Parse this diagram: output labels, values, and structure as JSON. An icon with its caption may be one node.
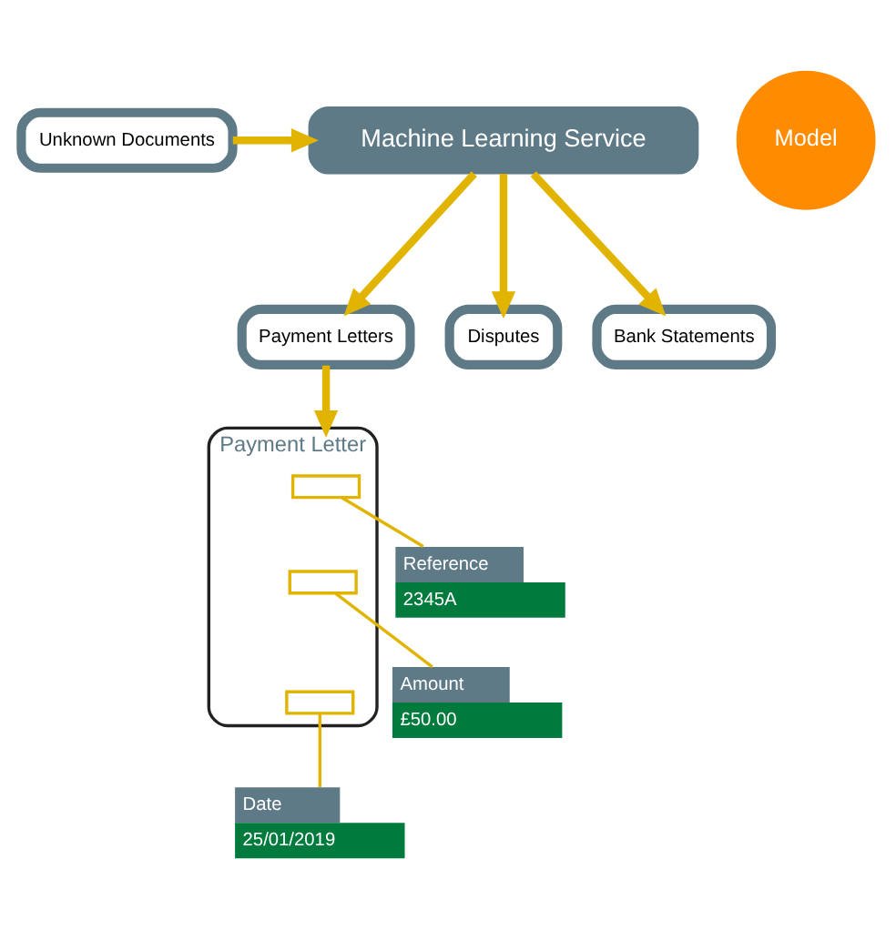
{
  "diagram": {
    "nodes": [
      {
        "text": [
          "Unknown Documents"
        ]
      },
      {
        "text": [
          "Machine Learning Service"
        ]
      },
      {
        "text": [
          "Model"
        ]
      },
      {
        "text": [
          "Payment Letters"
        ]
      },
      {
        "text": [
          "Disputes"
        ]
      },
      {
        "text": [
          "Bank Statements"
        ]
      },
      {
        "text": [
          "Payment Letter"
        ]
      },
      {
        "text": [],
        "shape": "box",
        "in": 6
      },
      {
        "text": [],
        "shape": "box",
        "in": 6
      },
      {
        "text": [],
        "shape": "box",
        "in": 6
      },
      {
        "text": [
          "Reference",
          "2345A"
        ]
      },
      {
        "text": [
          "Amount",
          "£50.00"
        ]
      },
      {
        "text": [
          "Date",
          "25/01/2019"
        ]
      }
    ],
    "edges": [
      {
        "from": 0,
        "to": 1,
        "arrow": "to"
      },
      {
        "from": 1,
        "to": 3,
        "arrow": "to"
      },
      {
        "from": 1,
        "to": 4,
        "arrow": "to"
      },
      {
        "from": 1,
        "to": 5,
        "arrow": "to"
      },
      {
        "from": 3,
        "to": 6,
        "arrow": "to"
      },
      {
        "from": 7,
        "to": 10,
        "arrow": "none"
      },
      {
        "from": 8,
        "to": 11,
        "arrow": "none"
      },
      {
        "from": 9,
        "to": 12,
        "arrow": "none"
      }
    ]
  }
}
